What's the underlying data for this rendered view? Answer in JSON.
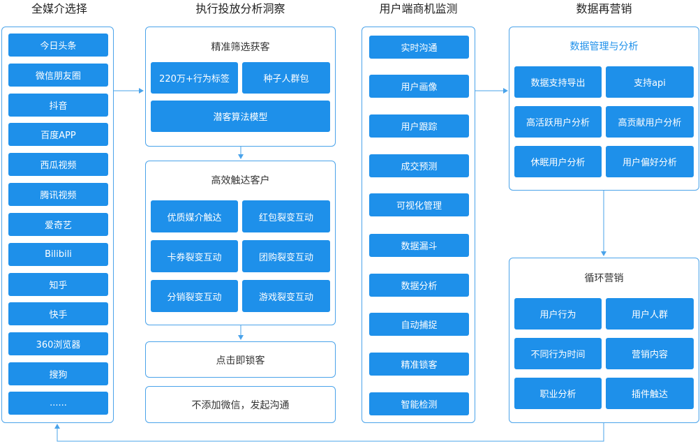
{
  "colors": {
    "accent": "#1e90ea",
    "border": "#4aa3ea"
  },
  "columns": {
    "media": {
      "title": "全媒介选择",
      "items": [
        "今日头条",
        "微信朋友圈",
        "抖音",
        "百度APP",
        "西瓜视频",
        "腾讯视频",
        "爱奇艺",
        "Bilibili",
        "知乎",
        "快手",
        "360浏览器",
        "搜狗",
        "......"
      ]
    },
    "delivery": {
      "title": "执行投放分析洞察",
      "screening": {
        "title": "精准筛选获客",
        "items": [
          "220万+行为标签",
          "种子人群包",
          "潜客算法模型"
        ]
      },
      "reach": {
        "title": "高效触达客户",
        "items": [
          "优质媒介触达",
          "红包裂变互动",
          "卡券裂变互动",
          "团购裂变互动",
          "分销裂变互动",
          "游戏裂变互动"
        ]
      },
      "lock": "点击即锁客",
      "wechat": "不添加微信，发起沟通"
    },
    "monitor": {
      "title": "用户端商机监测",
      "items": [
        "实时沟通",
        "用户画像",
        "用户跟踪",
        "成交预测",
        "可视化管理",
        "数据漏斗",
        "数据分析",
        "自动捕捉",
        "精准锁客",
        "智能检测"
      ]
    },
    "remarketing": {
      "title": "数据再营销",
      "management": {
        "title": "数据管理与分析",
        "items": [
          "数据支持导出",
          "支持api",
          "高活跃用户分析",
          "高贡献用户分析",
          "休眠用户分析",
          "用户偏好分析"
        ]
      },
      "loop": {
        "title": "循环营销",
        "items": [
          "用户行为",
          "用户人群",
          "不同行为时间",
          "营销内容",
          "职业分析",
          "插件触达"
        ]
      }
    }
  }
}
